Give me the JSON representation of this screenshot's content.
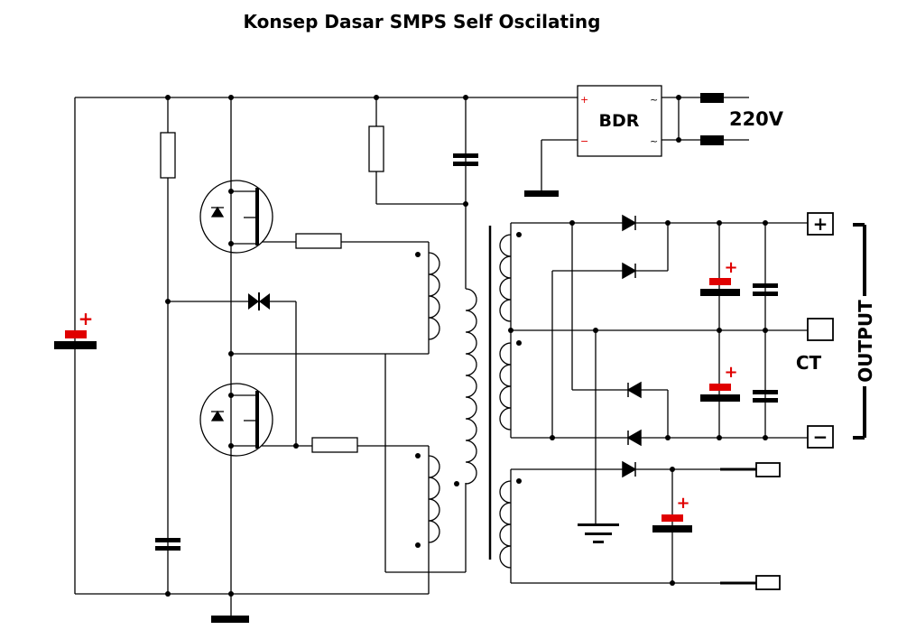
{
  "title": "Konsep Dasar SMPS Self Oscilating",
  "labels": {
    "bridge": "BDR",
    "mains": "220V",
    "ct": "CT",
    "output": "OUTPUT",
    "plus": "+",
    "minus": "−",
    "bdr_plus": "+",
    "bdr_minus": "−",
    "ac_symbol": "~"
  },
  "colors": {
    "wire": "#000000",
    "polarity_mark": "#e00000"
  }
}
